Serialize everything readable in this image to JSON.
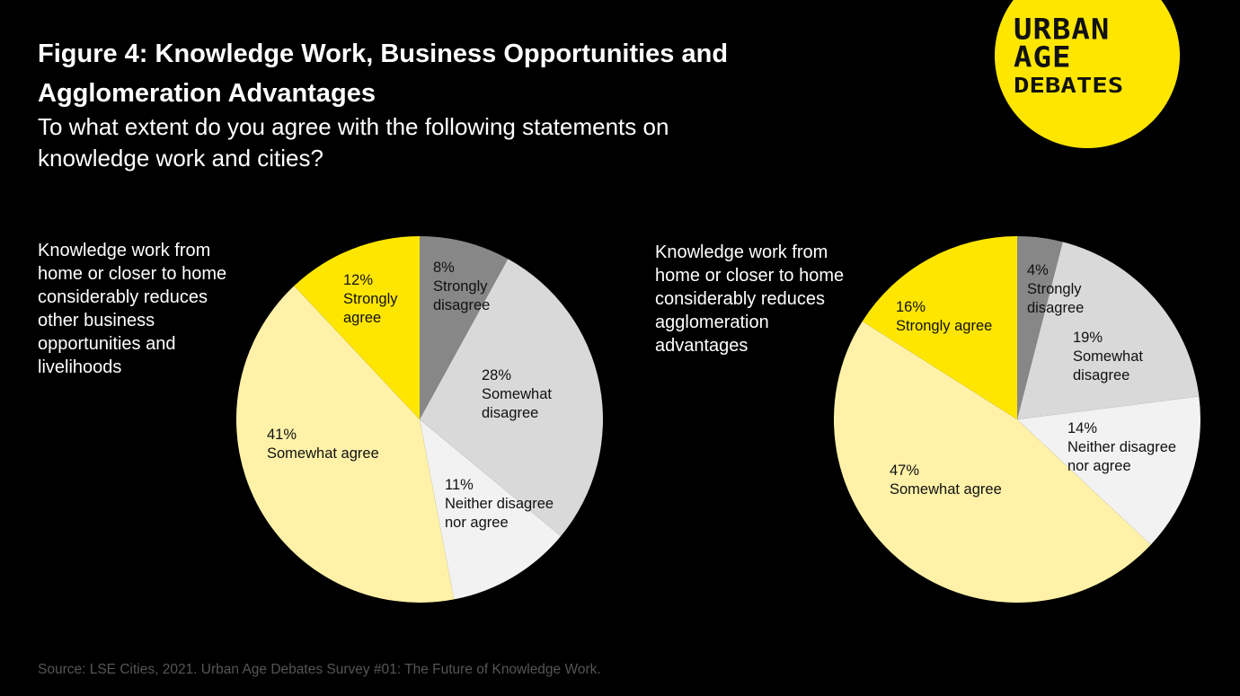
{
  "title": "Figure 4: Knowledge Work, Business Opportunities and Agglomeration Advantages",
  "subtitle": "To what extent do you agree with the following statements on knowledge work and cities?",
  "logo": {
    "line1": "URBAN",
    "line2": "AGE",
    "line3": "DEBATES"
  },
  "source": "Source: LSE Cities, 2021. Urban Age Debates Survey #01: The Future of Knowledge Work.",
  "colors": {
    "Strongly disagree": "#878787",
    "Somewhat disagree": "#d9d9d9",
    "Neither disagree nor agree": "#f2f2f2",
    "Somewhat agree": "#fff2a8",
    "Strongly agree": "#ffe600"
  },
  "chart_data": [
    {
      "type": "pie",
      "title": "Knowledge work from home or closer to home considerably reduces other business opportunities and livelihoods",
      "categories": [
        "Strongly disagree",
        "Somewhat disagree",
        "Neither disagree nor agree",
        "Somewhat agree",
        "Strongly agree"
      ],
      "values": [
        8,
        28,
        11,
        41,
        12
      ],
      "labels": [
        {
          "pct": "8%",
          "text": "Strongly disagree"
        },
        {
          "pct": "28%",
          "text": "Somewhat disagree"
        },
        {
          "pct": "11%",
          "text": "Neither disagree nor agree"
        },
        {
          "pct": "41%",
          "text": "Somewhat agree"
        },
        {
          "pct": "12%",
          "text": "Strongly agree"
        }
      ]
    },
    {
      "type": "pie",
      "title": "Knowledge work from home or closer to home considerably reduces agglomeration advantages",
      "categories": [
        "Strongly disagree",
        "Somewhat disagree",
        "Neither disagree nor agree",
        "Somewhat agree",
        "Strongly agree"
      ],
      "values": [
        4,
        19,
        14,
        47,
        16
      ],
      "labels": [
        {
          "pct": "4%",
          "text": "Strongly disagree"
        },
        {
          "pct": "19%",
          "text": "Somewhat disagree"
        },
        {
          "pct": "14%",
          "text": "Neither disagree nor agree"
        },
        {
          "pct": "47%",
          "text": "Somewhat agree"
        },
        {
          "pct": "16%",
          "text": "Strongly agree"
        }
      ]
    }
  ]
}
